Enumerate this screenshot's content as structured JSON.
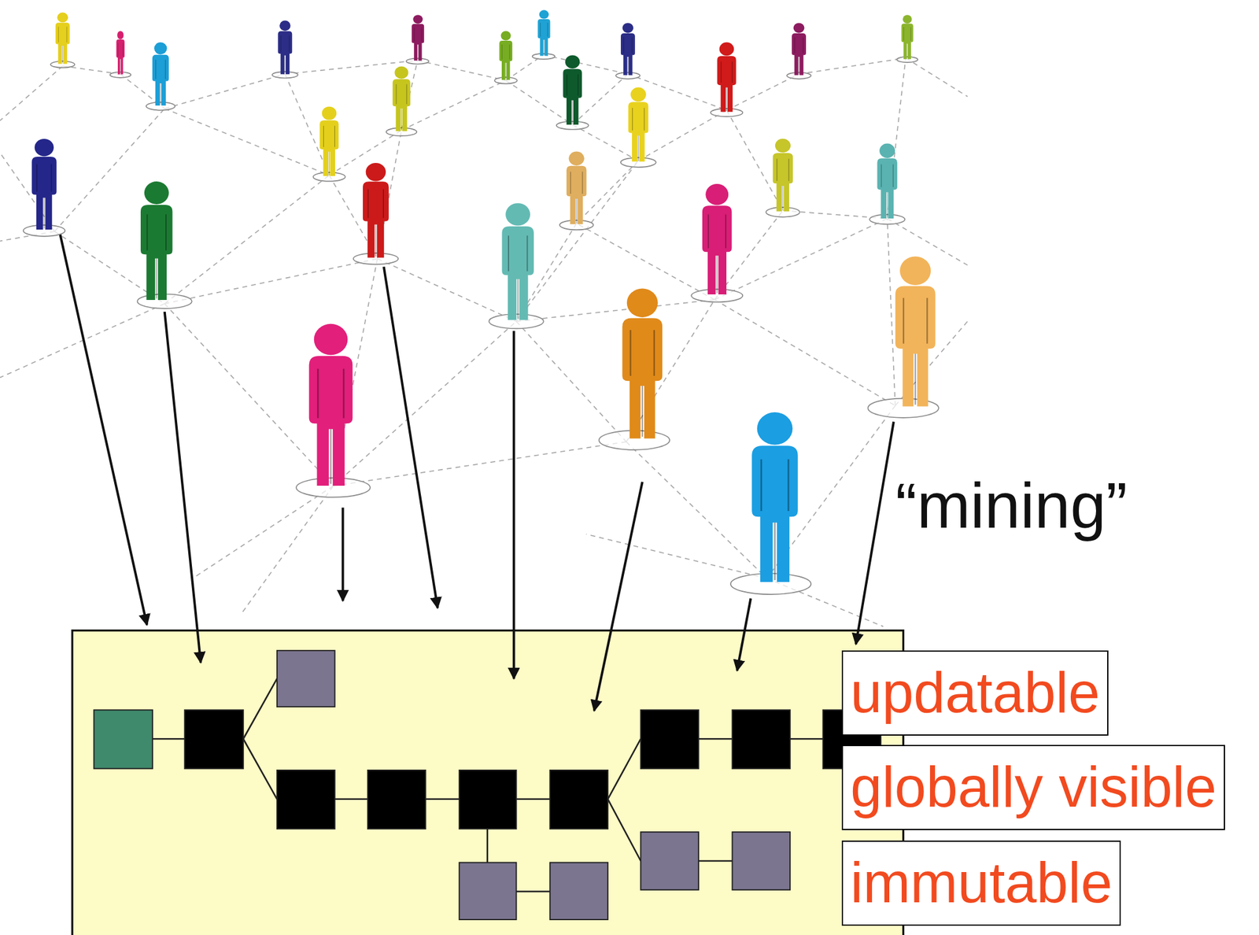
{
  "diagram": {
    "nodes": [
      {
        "text": [
          "updatable"
        ]
      },
      {
        "text": [
          "globally visible"
        ]
      },
      {
        "text": [
          "immutable"
        ]
      }
    ],
    "labels": [
      "“mining”"
    ]
  }
}
